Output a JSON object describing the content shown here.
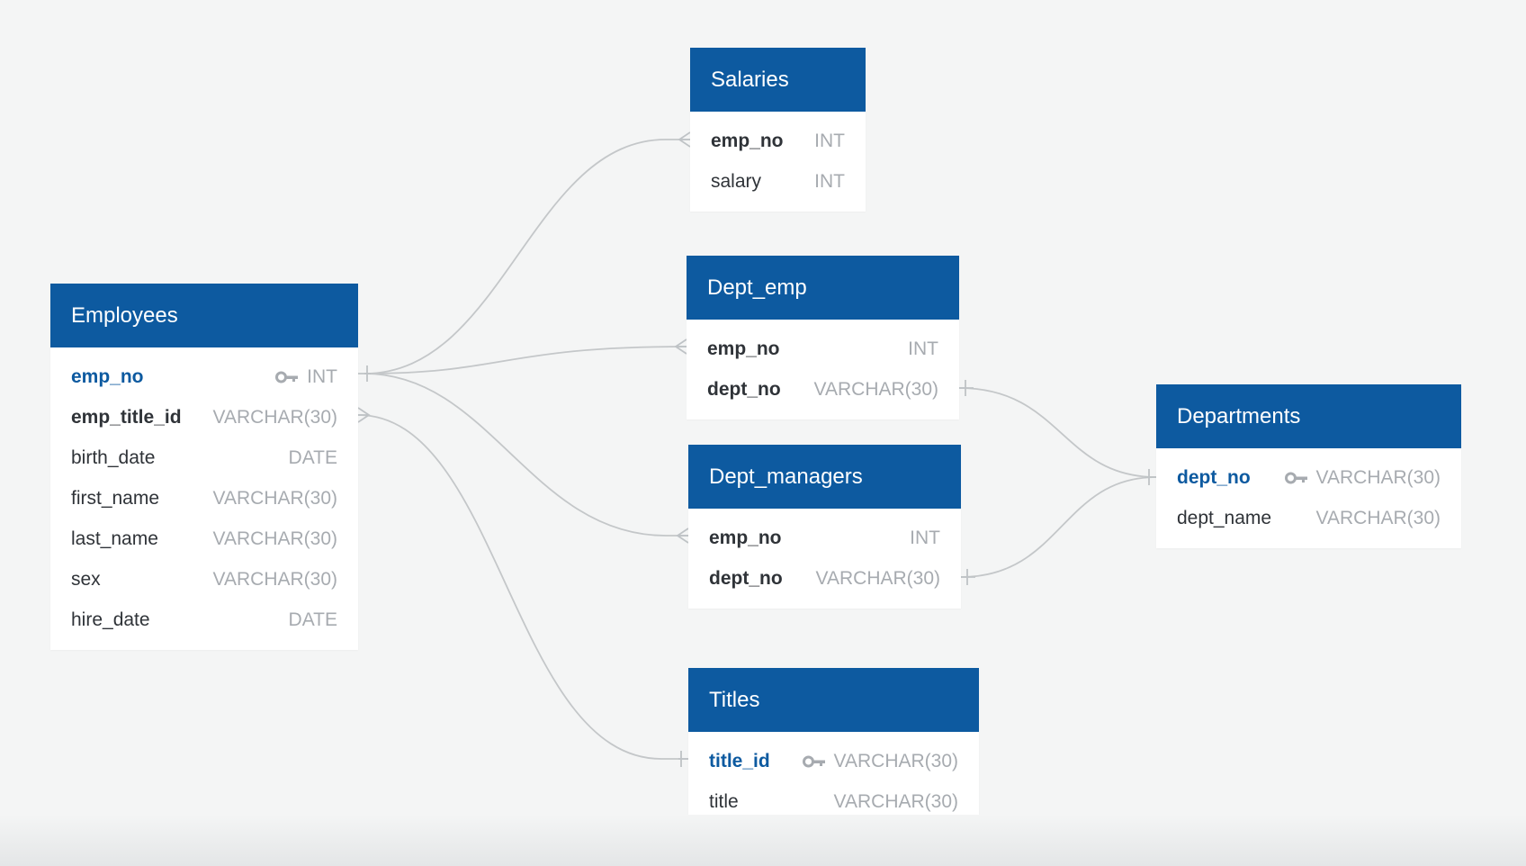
{
  "tables": {
    "employees": {
      "title": "Employees",
      "columns": [
        {
          "name": "emp_no",
          "type": "INT"
        },
        {
          "name": "emp_title_id",
          "type": "VARCHAR(30)"
        },
        {
          "name": "birth_date",
          "type": "DATE"
        },
        {
          "name": "first_name",
          "type": "VARCHAR(30)"
        },
        {
          "name": "last_name",
          "type": "VARCHAR(30)"
        },
        {
          "name": "sex",
          "type": "VARCHAR(30)"
        },
        {
          "name": "hire_date",
          "type": "DATE"
        }
      ]
    },
    "salaries": {
      "title": "Salaries",
      "columns": [
        {
          "name": "emp_no",
          "type": "INT"
        },
        {
          "name": "salary",
          "type": "INT"
        }
      ]
    },
    "dept_emp": {
      "title": "Dept_emp",
      "columns": [
        {
          "name": "emp_no",
          "type": "INT"
        },
        {
          "name": "dept_no",
          "type": "VARCHAR(30)"
        }
      ]
    },
    "dept_managers": {
      "title": "Dept_managers",
      "columns": [
        {
          "name": "emp_no",
          "type": "INT"
        },
        {
          "name": "dept_no",
          "type": "VARCHAR(30)"
        }
      ]
    },
    "titles": {
      "title": "Titles",
      "columns": [
        {
          "name": "title_id",
          "type": "VARCHAR(30)"
        },
        {
          "name": "title",
          "type": "VARCHAR(30)"
        }
      ]
    },
    "departments": {
      "title": "Departments",
      "columns": [
        {
          "name": "dept_no",
          "type": "VARCHAR(30)"
        },
        {
          "name": "dept_name",
          "type": "VARCHAR(30)"
        }
      ]
    }
  },
  "colors": {
    "header": "#0d5aa0",
    "primary_key_text": "#0d5aa0",
    "type_text": "#a7abb0",
    "connector": "#c4c7c9",
    "canvas": "#f4f5f5"
  },
  "icons": {
    "primary_key": "key-icon"
  }
}
